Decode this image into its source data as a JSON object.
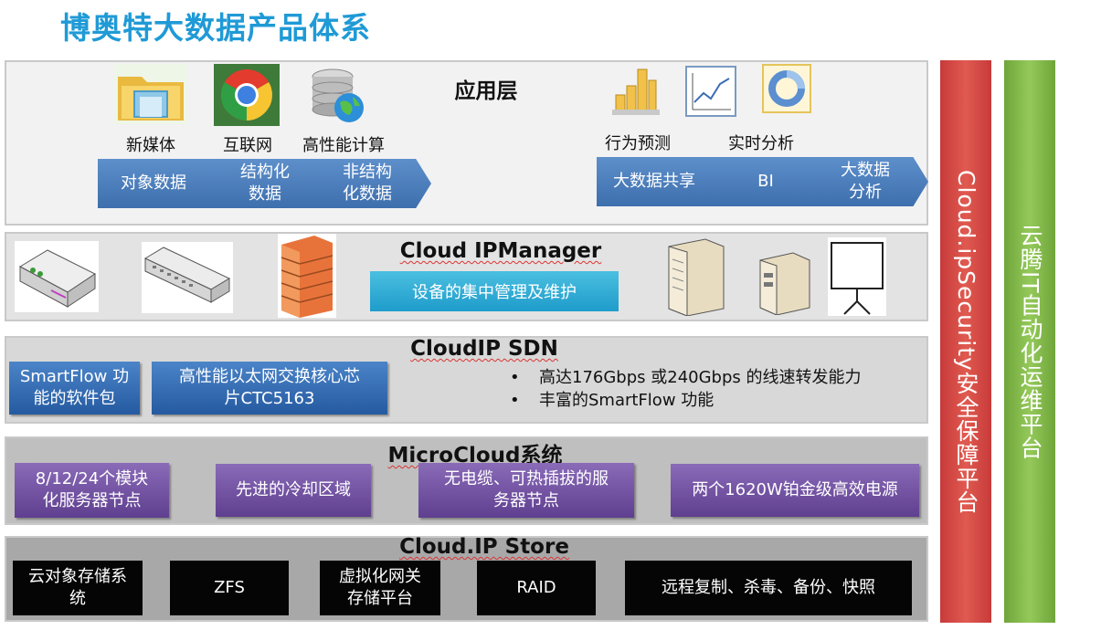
{
  "title": "博奥特大数据产品体系",
  "application_layer": {
    "title": "应用层",
    "sources": [
      "新媒体",
      "互联网",
      "高性能计算"
    ],
    "data_flow": [
      "对象数据",
      "结构化\n数据",
      "非结构\n化数据"
    ],
    "analytics": [
      "行为预测",
      "实时分析"
    ],
    "output_flow": [
      "大数据共享",
      "BI",
      "大数据\n分析"
    ]
  },
  "ipmanager_layer": {
    "title": "Cloud IPManager",
    "subtitle": "设备的集中管理及维护"
  },
  "sdn_layer": {
    "title": "CloudIP SDN",
    "boxes": [
      "SmartFlow 功\n能的软件包",
      "高性能以太网交换核心芯\n片CTC5163"
    ],
    "bullet_marker": "•",
    "bullets": [
      "高达176Gbps 或240Gbps 的线速转发能力",
      "丰富的SmartFlow 功能"
    ]
  },
  "microcloud_layer": {
    "title": "MicroCloud系统",
    "boxes": [
      "8/12/24个模块\n化服务器节点",
      "先进的冷却区域",
      "无电缆、可热插拔的服\n务器节点",
      "两个1620W铂金级高效电源"
    ]
  },
  "store_layer": {
    "title": "Cloud.IP Store",
    "boxes": [
      "云对象存储系\n统",
      "ZFS",
      "虚拟化网关\n存储平台",
      "RAID",
      "远程复制、杀毒、备份、快照"
    ]
  },
  "side_bars": {
    "security": "Cloud.ipSecurity安全保障平台",
    "ops": "云腾IT自动化运维平台"
  },
  "colors": {
    "title": "#1f9ad6",
    "chevron": "#4a7cbe",
    "teal": "#2aa8d4",
    "blue_box": "#2f67ad",
    "purple_box": "#6f4ea0",
    "security_bar": "#d84a42",
    "ops_bar": "#8cc152"
  }
}
